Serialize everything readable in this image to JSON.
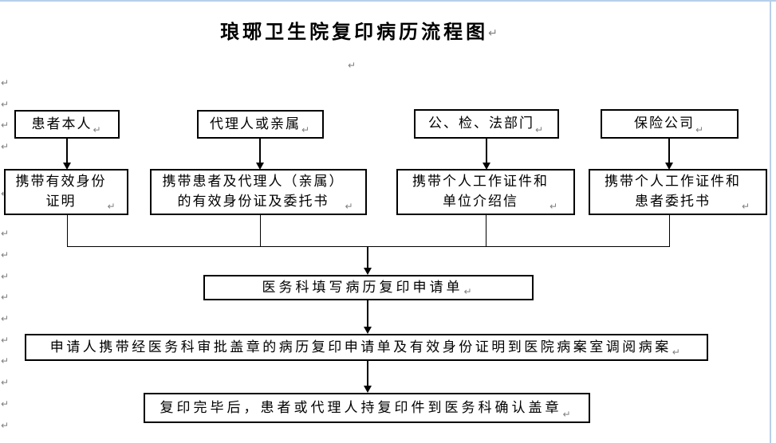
{
  "page": {
    "title": "琅琊卫生院复印病历流程图"
  },
  "marks": {
    "pilcrow": "↵"
  },
  "colors": {
    "page_edge_blue": "#b7cfe9",
    "formatting_mark_gray": "#7f7f7f",
    "line_black": "#000000"
  },
  "flow": {
    "sources": [
      {
        "label": "患者本人"
      },
      {
        "label": "代理人或亲属"
      },
      {
        "label": "公、检、法部门"
      },
      {
        "label": "保险公司"
      }
    ],
    "requirements": [
      {
        "label": "携带有效身份\n证明"
      },
      {
        "label": "携带患者及代理人（亲属）\n的有效身份证及委托书"
      },
      {
        "label": "携带个人工作证件和\n单位介绍信"
      },
      {
        "label": "携带个人工作证件和\n患者委托书"
      }
    ],
    "step_apply": "医务科填写病历复印申请单",
    "step_retrieve": "申请人携带经医务科审批盖章的病历复印申请单及有效身份证明到医院病案室调阅病案",
    "step_confirm": "复印完毕后，患者或代理人持复印件到医务科确认盖章",
    "edges": [
      "患者本人 -> 携带有效身份证明",
      "代理人或亲属 -> 携带患者及代理人（亲属）的有效身份证及委托书",
      "公、检、法部门 -> 携带个人工作证件和单位介绍信",
      "保险公司 -> 携带个人工作证件和患者委托书",
      "四项证明材料 -> 医务科填写病历复印申请单",
      "医务科填写病历复印申请单 -> 申请人携带经医务科审批盖章的病历复印申请单及有效身份证明到医院病案室调阅病案",
      "调阅病案 -> 复印完毕后，患者或代理人持复印件到医务科确认盖章"
    ]
  }
}
